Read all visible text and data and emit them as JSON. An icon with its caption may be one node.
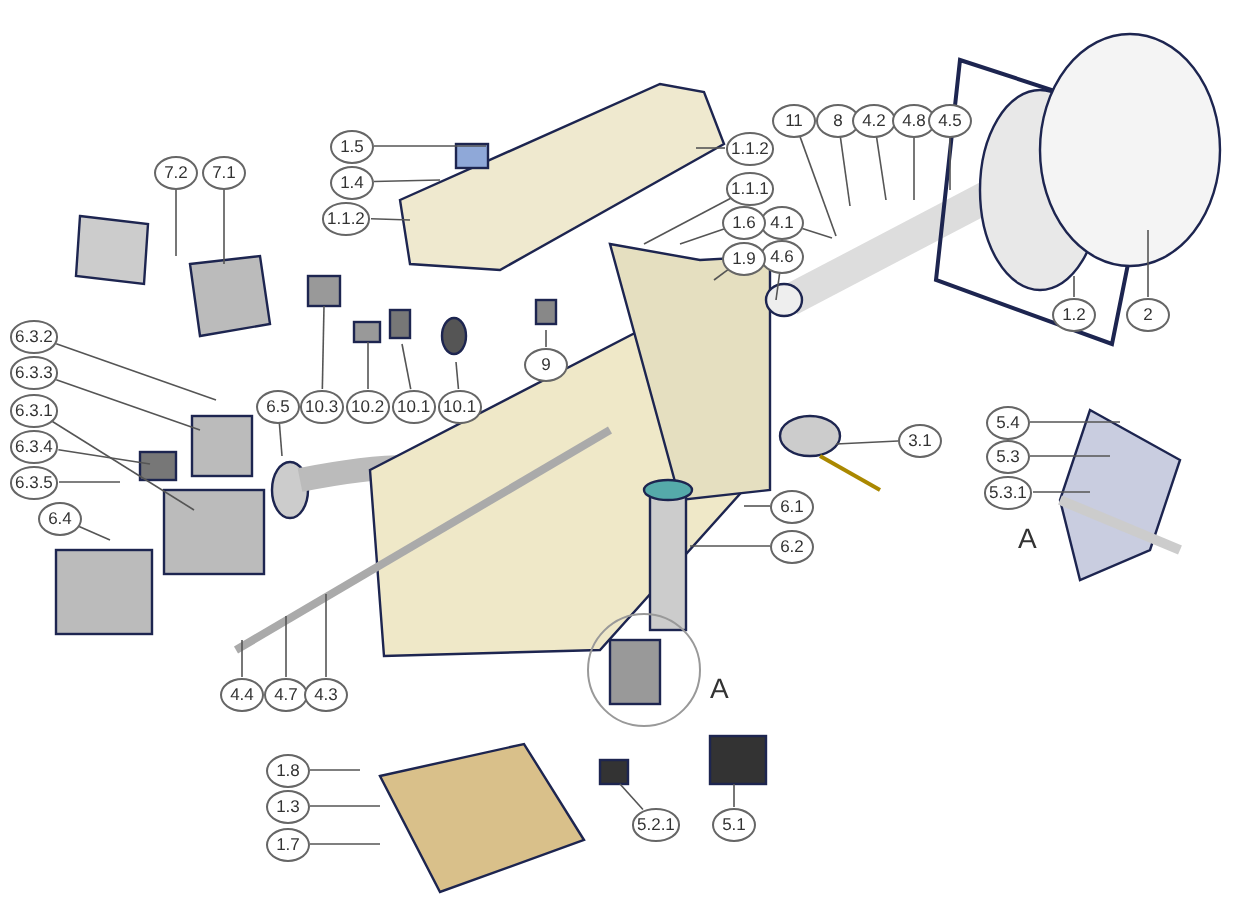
{
  "diagram": {
    "nodes": [
      {
        "text": [
          "11"
        ]
      },
      {
        "text": [
          "8"
        ]
      },
      {
        "text": [
          "4.2"
        ]
      },
      {
        "text": [
          "4.8"
        ]
      },
      {
        "text": [
          "4.5"
        ]
      },
      {
        "text": [
          "1.5"
        ]
      },
      {
        "text": [
          "1.1.2"
        ]
      },
      {
        "text": [
          "7.2"
        ]
      },
      {
        "text": [
          "7.1"
        ]
      },
      {
        "text": [
          "1.4"
        ]
      },
      {
        "text": [
          "1.1.1"
        ]
      },
      {
        "text": [
          "1.1.2"
        ]
      },
      {
        "text": [
          "4.1"
        ]
      },
      {
        "text": [
          "1.6"
        ]
      },
      {
        "text": [
          "4.6"
        ]
      },
      {
        "text": [
          "1.9"
        ]
      },
      {
        "text": [
          "1.2"
        ]
      },
      {
        "text": [
          "2"
        ]
      },
      {
        "text": [
          "6.3.2"
        ]
      },
      {
        "text": [
          "9"
        ]
      },
      {
        "text": [
          "6.3.3"
        ]
      },
      {
        "text": [
          "6.5"
        ]
      },
      {
        "text": [
          "10.3"
        ]
      },
      {
        "text": [
          "10.2"
        ]
      },
      {
        "text": [
          "10.1"
        ]
      },
      {
        "text": [
          "10.1"
        ]
      },
      {
        "text": [
          "6.3.1"
        ]
      },
      {
        "text": [
          "5.4"
        ]
      },
      {
        "text": [
          "3.1"
        ]
      },
      {
        "text": [
          "6.3.4"
        ]
      },
      {
        "text": [
          "5.3"
        ]
      },
      {
        "text": [
          "6.3.5"
        ]
      },
      {
        "text": [
          "5.3.1"
        ]
      },
      {
        "text": [
          "6.1"
        ]
      },
      {
        "text": [
          "6.4"
        ]
      },
      {
        "text": [
          "6.2"
        ]
      },
      {
        "text": [
          "4.4"
        ]
      },
      {
        "text": [
          "4.7"
        ]
      },
      {
        "text": [
          "4.3"
        ]
      },
      {
        "text": [
          "1.8"
        ]
      },
      {
        "text": [
          "1.3"
        ]
      },
      {
        "text": [
          "5.2.1"
        ]
      },
      {
        "text": [
          "5.1"
        ]
      },
      {
        "text": [
          "1.7"
        ]
      }
    ],
    "edges": [
      {
        "from": 0,
        "to": null,
        "arrow": "none"
      },
      {
        "from": 1,
        "to": null,
        "arrow": "none"
      },
      {
        "from": 2,
        "to": null,
        "arrow": "none"
      },
      {
        "from": 3,
        "to": null,
        "arrow": "none"
      },
      {
        "from": 4,
        "to": null,
        "arrow": "none"
      },
      {
        "from": 5,
        "to": null,
        "arrow": "none"
      },
      {
        "from": 6,
        "to": null,
        "arrow": "none"
      },
      {
        "from": 7,
        "to": null,
        "arrow": "none"
      },
      {
        "from": 8,
        "to": null,
        "arrow": "none"
      },
      {
        "from": 9,
        "to": null,
        "arrow": "none"
      },
      {
        "from": 10,
        "to": null,
        "arrow": "none"
      },
      {
        "from": 11,
        "to": null,
        "arrow": "none"
      },
      {
        "from": 12,
        "to": null,
        "arrow": "none"
      },
      {
        "from": 13,
        "to": null,
        "arrow": "none"
      },
      {
        "from": 14,
        "to": null,
        "arrow": "none"
      },
      {
        "from": 15,
        "to": null,
        "arrow": "none"
      },
      {
        "from": 16,
        "to": null,
        "arrow": "none"
      },
      {
        "from": 17,
        "to": null,
        "arrow": "none"
      },
      {
        "from": 18,
        "to": null,
        "arrow": "none"
      },
      {
        "from": 19,
        "to": null,
        "arrow": "none"
      },
      {
        "from": 20,
        "to": null,
        "arrow": "none"
      },
      {
        "from": 21,
        "to": null,
        "arrow": "none"
      },
      {
        "from": 22,
        "to": null,
        "arrow": "none"
      },
      {
        "from": 23,
        "to": null,
        "arrow": "none"
      },
      {
        "from": 24,
        "to": null,
        "arrow": "none"
      },
      {
        "from": 25,
        "to": null,
        "arrow": "none"
      },
      {
        "from": 26,
        "to": null,
        "arrow": "none"
      },
      {
        "from": 27,
        "to": null,
        "arrow": "none"
      },
      {
        "from": 28,
        "to": null,
        "arrow": "none"
      },
      {
        "from": 29,
        "to": null,
        "arrow": "none"
      },
      {
        "from": 30,
        "to": null,
        "arrow": "none"
      },
      {
        "from": 31,
        "to": null,
        "arrow": "none"
      },
      {
        "from": 32,
        "to": null,
        "arrow": "none"
      },
      {
        "from": 33,
        "to": null,
        "arrow": "none"
      },
      {
        "from": 34,
        "to": null,
        "arrow": "none"
      },
      {
        "from": 35,
        "to": null,
        "arrow": "none"
      },
      {
        "from": 36,
        "to": null,
        "arrow": "none"
      },
      {
        "from": 37,
        "to": null,
        "arrow": "none"
      },
      {
        "from": 38,
        "to": null,
        "arrow": "none"
      },
      {
        "from": 39,
        "to": null,
        "arrow": "none"
      },
      {
        "from": 40,
        "to": null,
        "arrow": "none"
      },
      {
        "from": 41,
        "to": null,
        "arrow": "none"
      },
      {
        "from": 42,
        "to": null,
        "arrow": "none"
      },
      {
        "from": 43,
        "to": null,
        "arrow": "none"
      }
    ],
    "labels": [
      "A",
      "A"
    ]
  }
}
